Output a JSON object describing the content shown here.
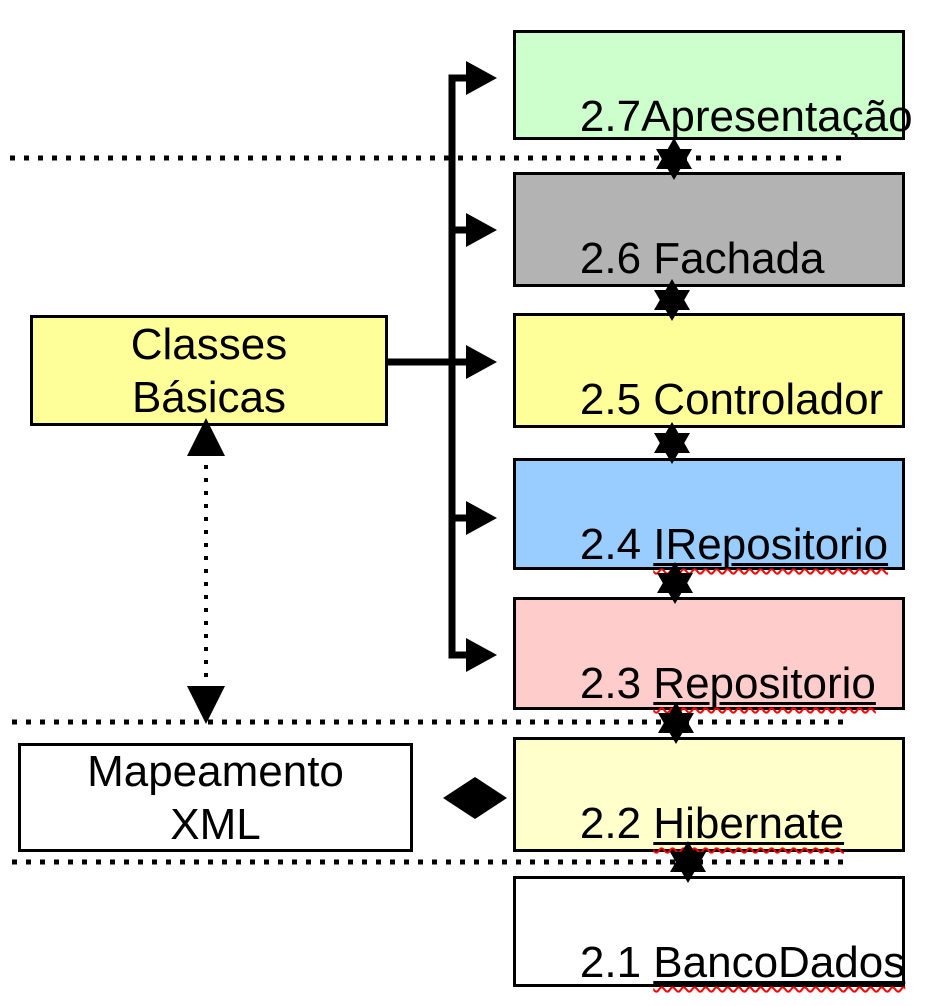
{
  "diagram": {
    "type": "layered-architecture",
    "side_boxes": {
      "classes_basicas": {
        "lines": [
          "Classes",
          "Básicas"
        ],
        "fill": "#ffff99"
      },
      "mapeamento_xml": {
        "lines": [
          "Mapeamento",
          "XML"
        ],
        "fill": "#ffffff"
      }
    },
    "layers": [
      {
        "id": "2.7",
        "prefix": "2.7",
        "name": "Apresentação",
        "fill": "#ccffcc",
        "name_underlined": false
      },
      {
        "id": "2.6",
        "prefix": "2.6 ",
        "name": "Fachada",
        "fill": "#b3b3b3",
        "name_underlined": false
      },
      {
        "id": "2.5",
        "prefix": "2.5 ",
        "name": "Controlador",
        "fill": "#ffff99",
        "name_underlined": false
      },
      {
        "id": "2.4",
        "prefix": "2.4 ",
        "name": "IRepositorio",
        "fill": "#99ccff",
        "name_underlined": true
      },
      {
        "id": "2.3",
        "prefix": "2.3 ",
        "name": "Repositorio",
        "fill": "#ffcccc",
        "name_underlined": true
      },
      {
        "id": "2.2",
        "prefix": "2.2 ",
        "name": "Hibernate",
        "fill": "#ffffcc",
        "name_underlined": true
      },
      {
        "id": "2.1",
        "prefix": "2.1 ",
        "name": "BancoDados",
        "fill": "#ffffff",
        "name_underlined": true
      }
    ],
    "icons": {
      "right-arrowhead": "▶",
      "six-point-star-connector": "✶",
      "diamond-connector": "◆",
      "up-arrowhead": "▲",
      "down-arrowhead": "▼"
    },
    "colors": {
      "border": "#000000",
      "connector": "#000000",
      "spellcheck_underline": "#ff0000",
      "background": "#ffffff"
    }
  }
}
